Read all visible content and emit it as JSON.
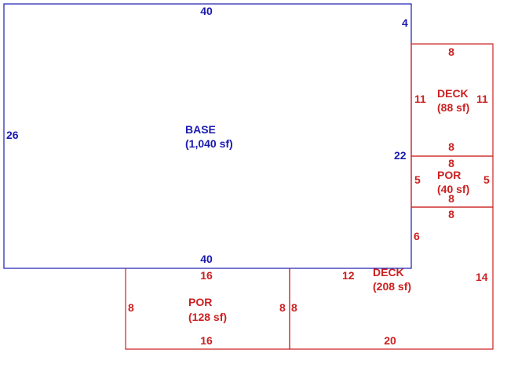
{
  "colors": {
    "base": "#1a1ab0",
    "addition": "#cc2020"
  },
  "base": {
    "name": "BASE",
    "area": "(1,040 sf)",
    "dims": {
      "top": "40",
      "bottom": "40",
      "left": "26",
      "right_upper": "4",
      "right_lower": "22"
    }
  },
  "deck_upper": {
    "name": "DECK",
    "area": "(88 sf)",
    "dims": {
      "top": "8",
      "bottom": "8",
      "left": "11",
      "right": "11"
    }
  },
  "por_right": {
    "name": "POR",
    "area": "(40 sf)",
    "dims": {
      "top": "8",
      "bottom": "8",
      "left": "5",
      "right": "5"
    }
  },
  "deck_lower": {
    "name": "DECK",
    "area": "(208 sf)",
    "dims": {
      "top_right": "8",
      "left_upper": "6",
      "top_left": "12",
      "right": "14",
      "left_lower": "8",
      "bottom": "20"
    }
  },
  "por_lower": {
    "name": "POR",
    "area": "(128 sf)",
    "dims": {
      "top": "16",
      "bottom": "16",
      "left": "8",
      "right": "8"
    }
  }
}
